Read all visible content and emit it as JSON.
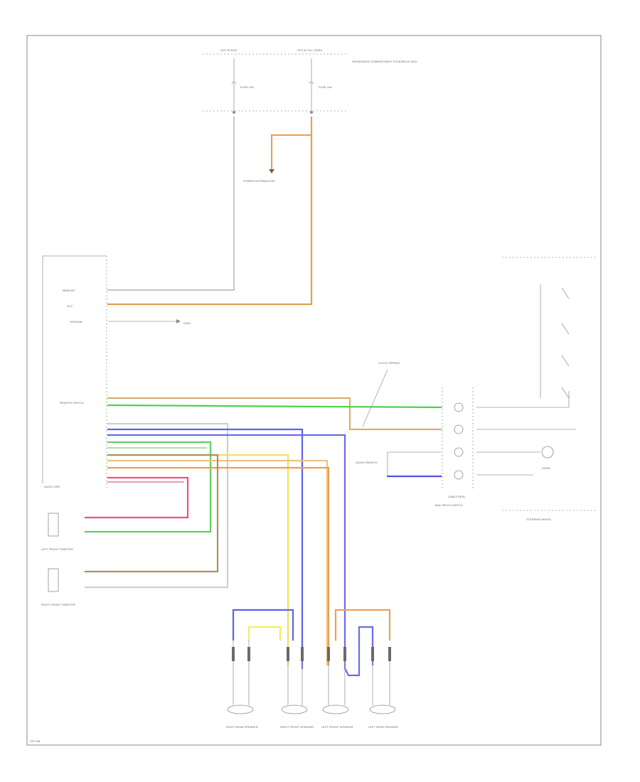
{
  "labels": {
    "fuse_a": "HOT IN RUN",
    "fuse_b": "HOT AT ALL TIMES",
    "fuse_box": "PASSENGER COMPARTMENT FUSE/RELAY BOX",
    "fuse_1": "FUSE 10A",
    "fuse_2": "FUSE 15A",
    "power_dist": "POWER DISTRIBUTION",
    "pin_memory": "MEMORY",
    "pin_acc": "ACC",
    "pin_ground": "GROUND",
    "ground_ref": "G402",
    "steering_remote": "REMOTE SWITCH",
    "audio_unit": "AUDIO UNIT",
    "lf_speaker": "LEFT FRONT TWEETER",
    "rf_speaker": "RIGHT FRONT TWEETER",
    "rr_spk_1": "RIGHT REAR SPEAKER",
    "rr_spk_2": "RIGHT FRONT SPEAKER",
    "lr_spk_1": "LEFT FRONT SPEAKER",
    "lr_spk_2": "LEFT REAR SPEAKER",
    "cable_reel": "CABLE REEL",
    "multiplex_switch": "MULTIPLEX SWITCH",
    "steering_wheel": "STEERING WHEEL",
    "horn_switch": "HORN",
    "clock_spring": "CLOCK SPRING",
    "audio_remote": "AUDIO REMOTE",
    "footer_code": "G57788"
  },
  "colors": {
    "white": "#c8c8c8",
    "orange": "#e8a060",
    "tan": "#d8b070",
    "green": "#50d050",
    "blue": "#5c5cf0",
    "lightblue": "#9a9af0",
    "yellow": "#f0f060",
    "red": "#f05070",
    "pink": "#f0a0b0",
    "brown": "#a08050",
    "gray": "#9a9a9a",
    "lightgreen": "#90e090"
  }
}
